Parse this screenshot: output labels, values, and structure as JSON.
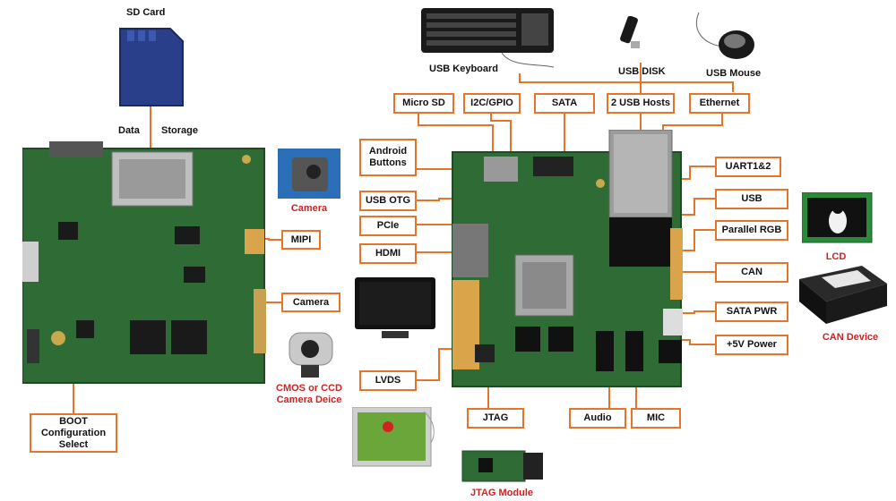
{
  "labels": {
    "sd_card": "SD Card",
    "data": "Data",
    "storage": "Storage",
    "camera_top": "Camera",
    "mipi": "MIPI",
    "camera": "Camera",
    "cmos_ccd": "CMOS or CCD\nCamera Deice",
    "boot": "BOOT\nConfiguration\nSelect",
    "usb_keyboard": "USB Keyboard",
    "usb_disk": "USB DISK",
    "usb_mouse": "USB Mouse",
    "micro_sd": "Micro SD",
    "i2c_gpio": "I2C/GPIO",
    "sata": "SATA",
    "usb_hosts": "2 USB Hosts",
    "ethernet": "Ethernet",
    "android_buttons": "Android\nButtons",
    "usb_otg": "USB OTG",
    "pcie": "PCIe",
    "hdmi": "HDMI",
    "lvds": "LVDS",
    "jtag": "JTAG",
    "audio": "Audio",
    "mic": "MIC",
    "uart": "UART1&2",
    "usb": "USB",
    "parallel_rgb": "Parallel  RGB",
    "can": "CAN",
    "sata_pwr": "SATA PWR",
    "power": "+5V Power",
    "lcd": "LCD",
    "can_device": "CAN Device",
    "jtag_module": "JTAG Module"
  },
  "colors": {
    "accent": "#e8742a",
    "board": "#2f6b35",
    "red_text": "#d42020"
  }
}
